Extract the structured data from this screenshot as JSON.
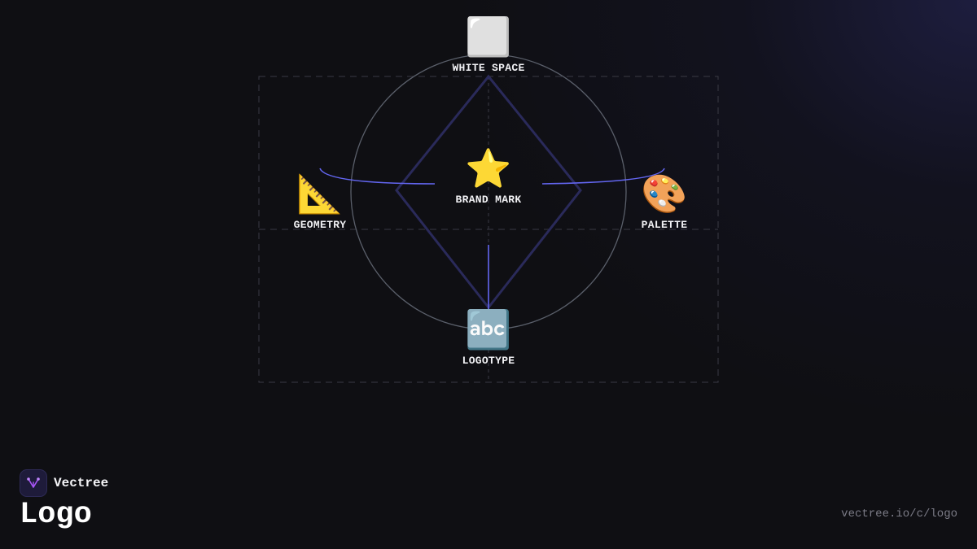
{
  "nodes": {
    "white_space": {
      "label": "WHITE SPACE",
      "icon": "white-square-icon",
      "glyph": "⬜"
    },
    "brand_mark": {
      "label": "BRAND MARK",
      "icon": "star-icon",
      "glyph": "⭐"
    },
    "geometry": {
      "label": "GEOMETRY",
      "icon": "triangular-ruler-icon",
      "glyph": "📐"
    },
    "palette": {
      "label": "PALETTE",
      "icon": "artist-palette-icon",
      "glyph": "🎨"
    },
    "logotype": {
      "label": "LOGOTYPE",
      "icon": "abc-letters-icon",
      "glyph": "🔤"
    }
  },
  "colors": {
    "background": "#0f0f13",
    "connector": "#6366f1",
    "diamond": "#2a2a5a",
    "circle": "#5a5f6a",
    "grid": "#3a3a44"
  },
  "footer": {
    "brand_name": "Vectree",
    "page_title": "Logo",
    "url": "vectree.io/c/logo"
  }
}
